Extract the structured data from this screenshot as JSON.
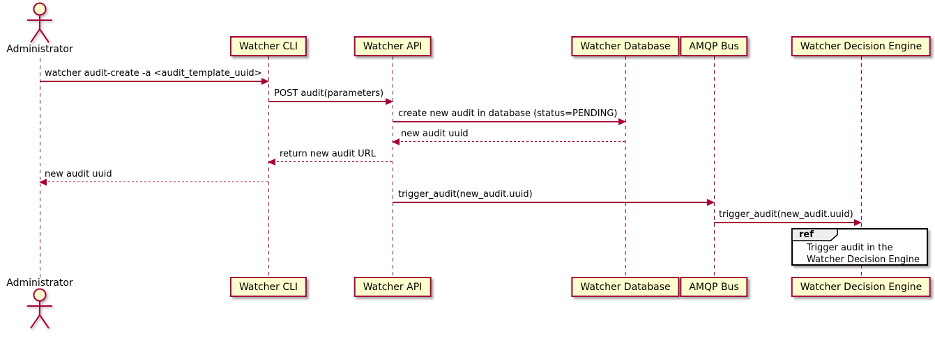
{
  "diagram": {
    "type": "sequence",
    "actor": {
      "name": "Administrator"
    },
    "participants": [
      {
        "label": "Watcher CLI"
      },
      {
        "label": "Watcher API"
      },
      {
        "label": "Watcher Database"
      },
      {
        "label": "AMQP Bus"
      },
      {
        "label": "Watcher Decision Engine"
      }
    ],
    "messages": [
      {
        "from": "Administrator",
        "to": "Watcher CLI",
        "text": "watcher audit-create -a <audit_template_uuid>",
        "style": "solid",
        "direction": "right"
      },
      {
        "from": "Watcher CLI",
        "to": "Watcher API",
        "text": "POST audit(parameters)",
        "style": "solid",
        "direction": "right"
      },
      {
        "from": "Watcher API",
        "to": "Watcher Database",
        "text": "create new audit in database (status=PENDING)",
        "style": "solid",
        "direction": "right"
      },
      {
        "from": "Watcher Database",
        "to": "Watcher API",
        "text": "new audit uuid",
        "style": "dashed",
        "direction": "left"
      },
      {
        "from": "Watcher API",
        "to": "Watcher CLI",
        "text": "return new audit URL",
        "style": "dashed",
        "direction": "left"
      },
      {
        "from": "Watcher CLI",
        "to": "Administrator",
        "text": "new audit uuid",
        "style": "dashed",
        "direction": "left"
      },
      {
        "from": "Watcher API",
        "to": "AMQP Bus",
        "text": "trigger_audit(new_audit.uuid)",
        "style": "solid",
        "direction": "right"
      },
      {
        "from": "AMQP Bus",
        "to": "Watcher Decision Engine",
        "text": "trigger_audit(new_audit.uuid)",
        "style": "solid",
        "direction": "right"
      }
    ],
    "ref": {
      "keyword": "ref",
      "over": "Watcher Decision Engine",
      "lines": [
        "Trigger audit in the",
        "Watcher Decision Engine"
      ]
    },
    "colors": {
      "participant_fill": "#FEFECE",
      "participant_border": "#A80036",
      "arrow": "#A80036",
      "lifeline": "#A80036",
      "text": "#000000",
      "ref_border": "#000000",
      "background": "#FFFFFF"
    }
  }
}
